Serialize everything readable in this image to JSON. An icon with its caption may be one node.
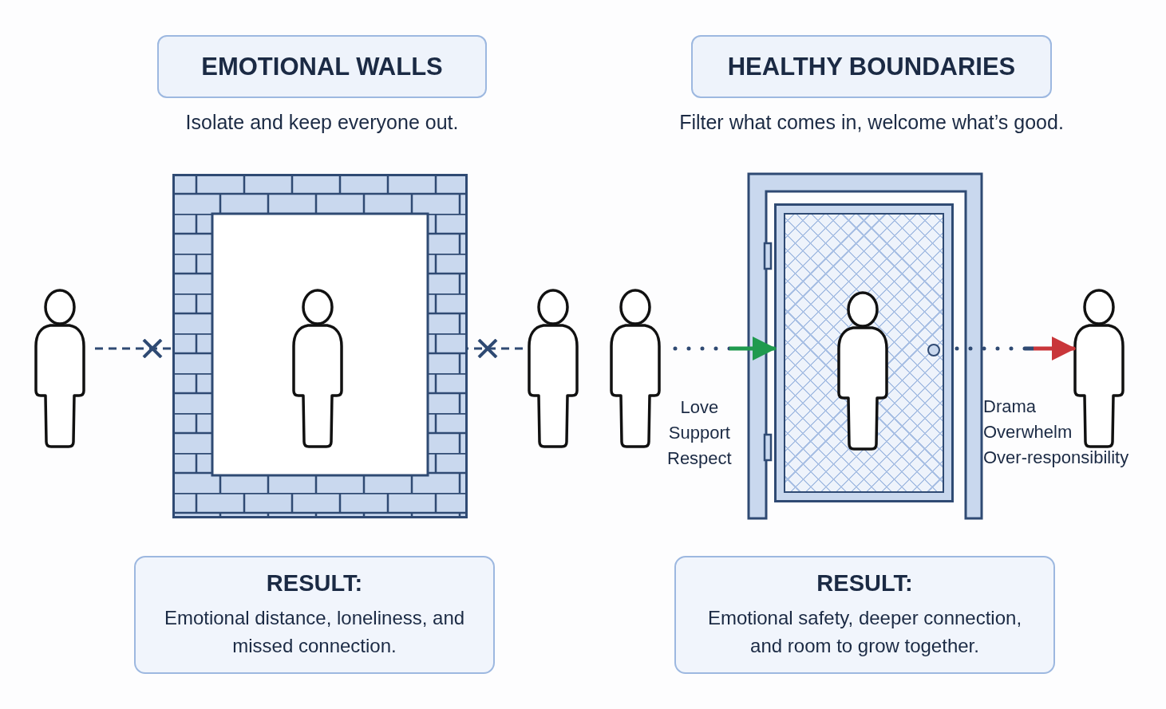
{
  "diagram": {
    "nodes": [
      {
        "text": [
          "EMOTIONAL WALLS"
        ],
        "beside": [
          "Isolate and keep everyone out."
        ]
      },
      {
        "text": [
          "HEALTHY BOUNDARIES"
        ],
        "beside": [
          "Filter what comes in, welcome what’s good."
        ]
      },
      {
        "text": [],
        "shape": "box"
      },
      {
        "text": [],
        "shape": "person"
      },
      {
        "text": [],
        "shape": "person",
        "in": 2
      },
      {
        "text": [],
        "shape": "person"
      },
      {
        "text": [],
        "shape": "person"
      },
      {
        "text": [],
        "shape": "box"
      },
      {
        "text": [],
        "shape": "person",
        "in": 7
      },
      {
        "text": [],
        "shape": "person"
      },
      {
        "text": [
          "RESULT:",
          "Emotional distance, loneliness, and missed connection."
        ]
      },
      {
        "text": [
          "RESULT:",
          "Emotional safety, deeper connection, and room to grow together."
        ]
      }
    ],
    "edges": [
      {
        "from": 3,
        "to": 2,
        "arrow": "other",
        "style": "dashed"
      },
      {
        "from": 5,
        "to": 2,
        "arrow": "other",
        "style": "dashed"
      },
      {
        "from": 6,
        "to": 7,
        "arrow": "to",
        "label": "Love Support Respect",
        "color": "#1f9a4e"
      },
      {
        "from": 7,
        "to": 9,
        "arrow": "to",
        "label": "Drama Overwhelm Over-responsibility",
        "color": "#c9363a"
      }
    ]
  }
}
